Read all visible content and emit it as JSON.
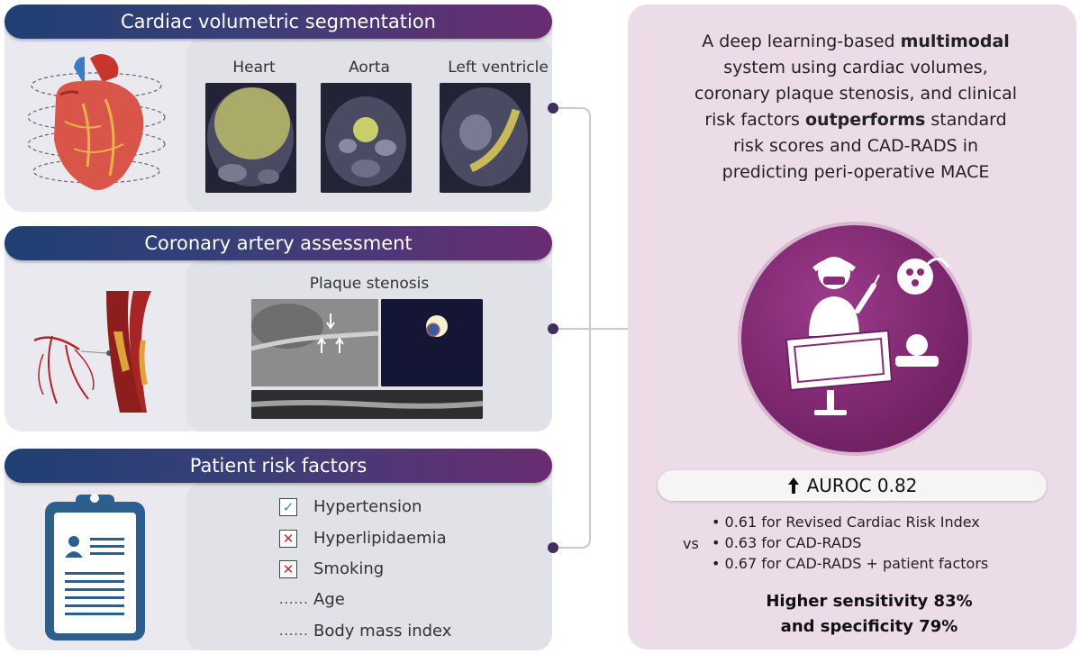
{
  "sections": {
    "cardiac": {
      "title": "Cardiac volumetric segmentation",
      "scans": [
        "Heart",
        "Aorta",
        "Left ventricle"
      ]
    },
    "coronary": {
      "title": "Coronary artery assessment",
      "scan_label": "Plaque stenosis"
    },
    "risk": {
      "title": "Patient risk factors",
      "items": [
        {
          "label": "Hypertension",
          "mark": "✓"
        },
        {
          "label": "Hyperlipidaemia",
          "mark": "✕"
        },
        {
          "label": "Smoking",
          "mark": "✕"
        },
        {
          "label": "Age",
          "mark": "......"
        },
        {
          "label": "Body mass index",
          "mark": "......"
        }
      ]
    }
  },
  "summary": {
    "line1_a": "A deep learning-based ",
    "line1_b": "multimodal",
    "line2": "system using cardiac volumes,",
    "line3": "coronary plaque stenosis, and clinical",
    "line4_a": "risk factors ",
    "line4_b": "outperforms",
    "line4_c": " standard",
    "line5": "risk scores and CAD-RADS in",
    "line6": "predicting peri-operative MACE"
  },
  "results": {
    "auroc": "AUROC 0.82",
    "vs": "vs",
    "comparisons": [
      "0.61 for Revised Cardiac Risk Index",
      "0.63 for CAD-RADS",
      "0.67 for CAD-RADS + patient factors"
    ],
    "highlight1": "Higher sensitivity 83%",
    "highlight2": "and specificity 79%"
  },
  "colors": {
    "header_start": "#1f3f73",
    "header_end": "#6a2c72",
    "circle": "#8a2a78",
    "check_blue": "#2a8fd0",
    "cross_red": "#c0282d"
  }
}
